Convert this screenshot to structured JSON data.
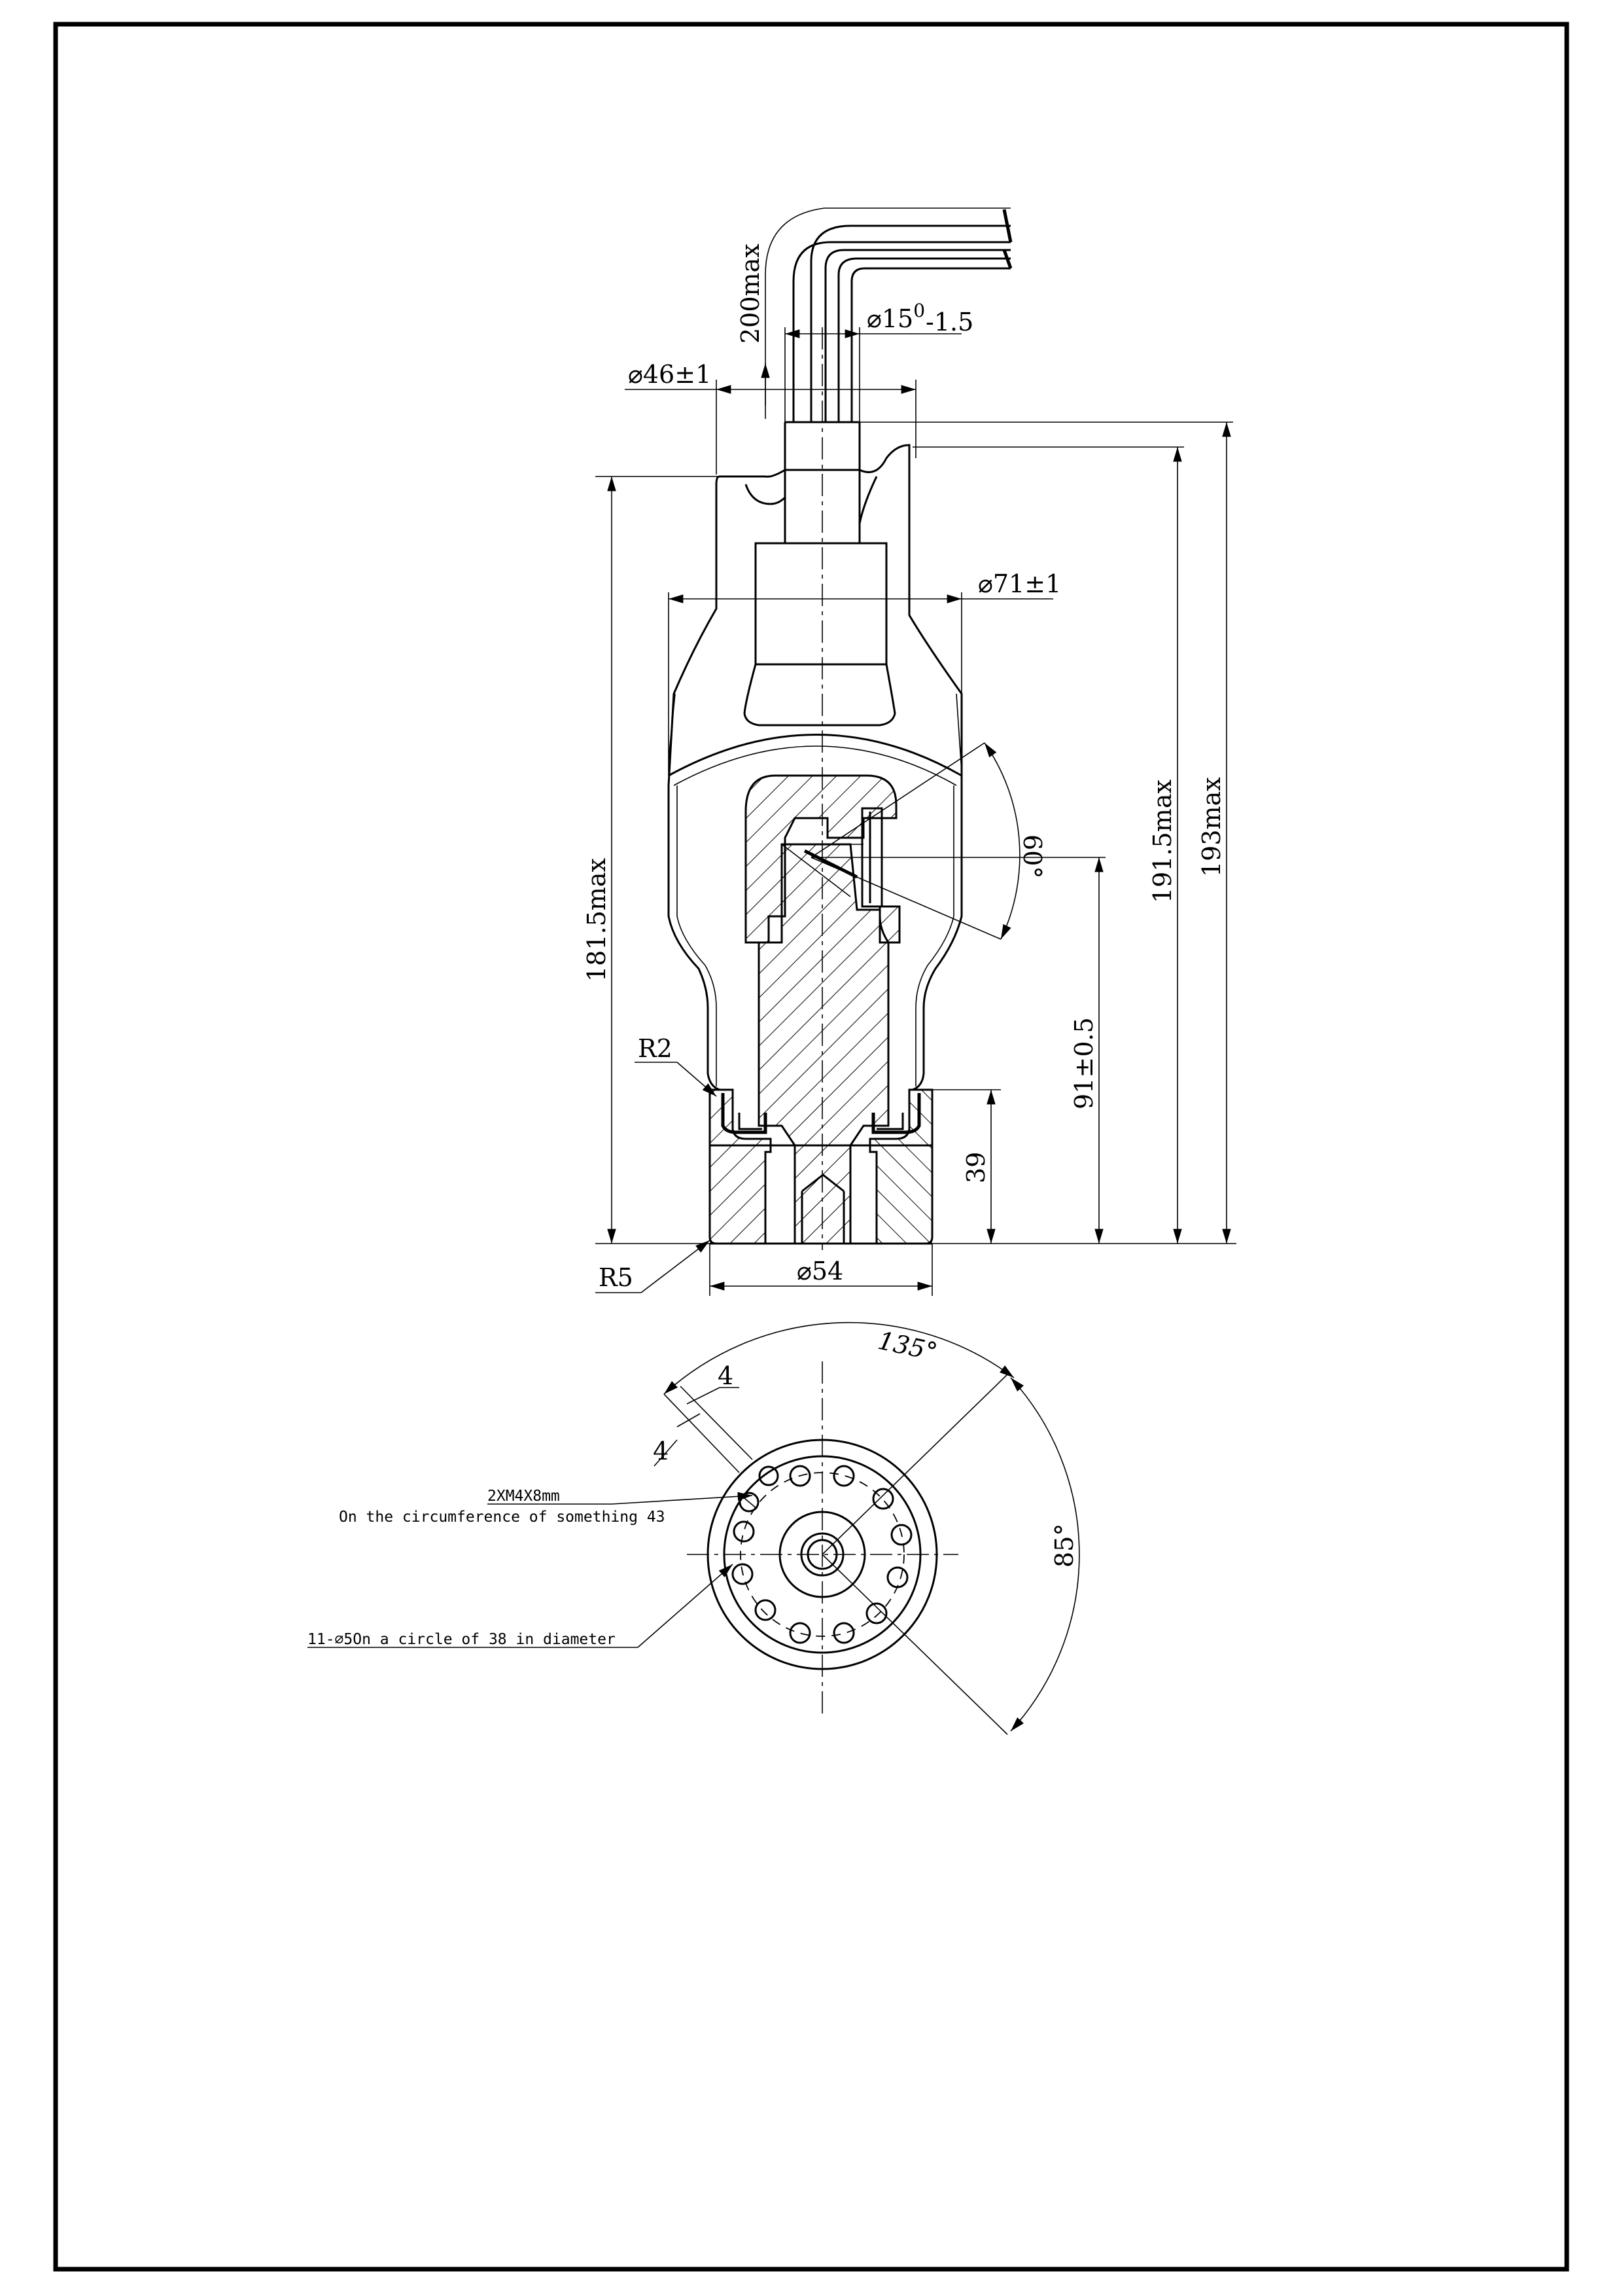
{
  "drawing": {
    "dimensions": {
      "cable_length": "200max",
      "tube_diameter": "⌀15",
      "tube_tol_upper": "0",
      "tube_tol_lower": "-1.5",
      "neck_diameter": "⌀46±1",
      "body_diameter": "⌀71±1",
      "angle_60": "60°",
      "height_181": "181.5max",
      "height_191": "191.5max",
      "height_193": "193max",
      "height_91": "91±0.5",
      "height_39": "39",
      "base_diameter": "⌀54",
      "radius_r2": "R2",
      "radius_r5": "R5",
      "angle_135": "135°",
      "angle_85": "85°",
      "offset_4a": "4",
      "offset_4b": "4"
    },
    "notes": {
      "thread_spec": "2XM4X8mm",
      "thread_location": "On the circumference of something 43",
      "holes_spec": "11-⌀5On a circle of 38 in diameter"
    }
  }
}
